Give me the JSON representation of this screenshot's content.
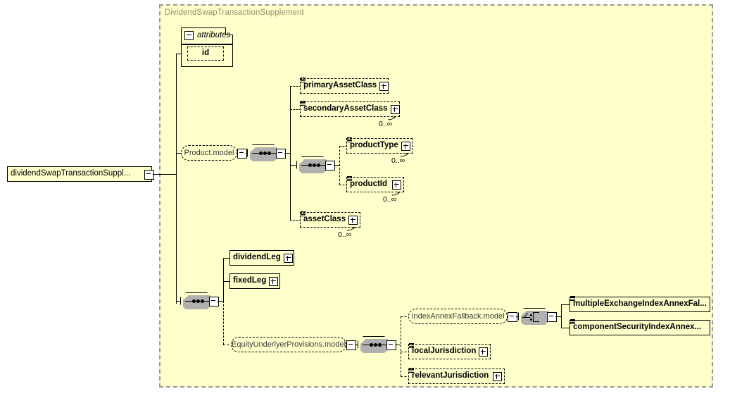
{
  "diagram": {
    "type": "xsd-schema-diagram",
    "background_color": "#ffffff",
    "panel_color": "#ffffcc",
    "panel_border_color": "#999999",
    "title_color": "#998d73",
    "title": "DividendSwapTransactionSupplement"
  },
  "root": {
    "label": "dividendSwapTransactionSuppl...",
    "collapse_icon": "minus-icon"
  },
  "attributes_group": {
    "header_label": "attributes",
    "collapse_icon": "minus-icon",
    "items": [
      {
        "label": "id"
      }
    ]
  },
  "compositors": {
    "sequence_icon": "sequence-icon",
    "choice_icon": "choice-icon",
    "collapse_icon": "minus-icon"
  },
  "model_refs": {
    "product": "Product.model",
    "equity_underlyer": "EquityUnderlyerProvisions.model",
    "index_annex_fallback": "IndexAnnexFallback.model"
  },
  "elements": {
    "primary_asset_class": {
      "label": "primaryAssetClass",
      "optional": true,
      "expand_icon": "plus-icon",
      "cardinality": ""
    },
    "secondary_asset_class": {
      "label": "secondaryAssetClass",
      "optional": true,
      "expand_icon": "plus-icon",
      "cardinality": "0..∞"
    },
    "product_type": {
      "label": "productType",
      "optional": true,
      "expand_icon": "plus-icon",
      "cardinality": "0..∞"
    },
    "product_id": {
      "label": "productId",
      "optional": true,
      "expand_icon": "plus-icon",
      "cardinality": "0..∞"
    },
    "asset_class": {
      "label": "assetClass",
      "optional": true,
      "expand_icon": "plus-icon",
      "cardinality": "0..∞"
    },
    "dividend_leg": {
      "label": "dividendLeg",
      "optional": false,
      "expand_icon": "plus-icon",
      "cardinality": ""
    },
    "fixed_leg": {
      "label": "fixedLeg",
      "optional": false,
      "expand_icon": "plus-icon",
      "cardinality": ""
    },
    "multiple_exchange": {
      "label": "multipleExchangeIndexAnnexFal...",
      "optional": false,
      "expand_icon": "",
      "cardinality": ""
    },
    "component_security": {
      "label": "componentSecurityIndexAnnex...",
      "optional": false,
      "expand_icon": "",
      "cardinality": ""
    },
    "local_jurisdiction": {
      "label": "localJurisdiction",
      "optional": true,
      "expand_icon": "plus-icon",
      "cardinality": ""
    },
    "relevant_jurisdiction": {
      "label": "relevantJurisdiction",
      "optional": true,
      "expand_icon": "plus-icon",
      "cardinality": ""
    }
  }
}
